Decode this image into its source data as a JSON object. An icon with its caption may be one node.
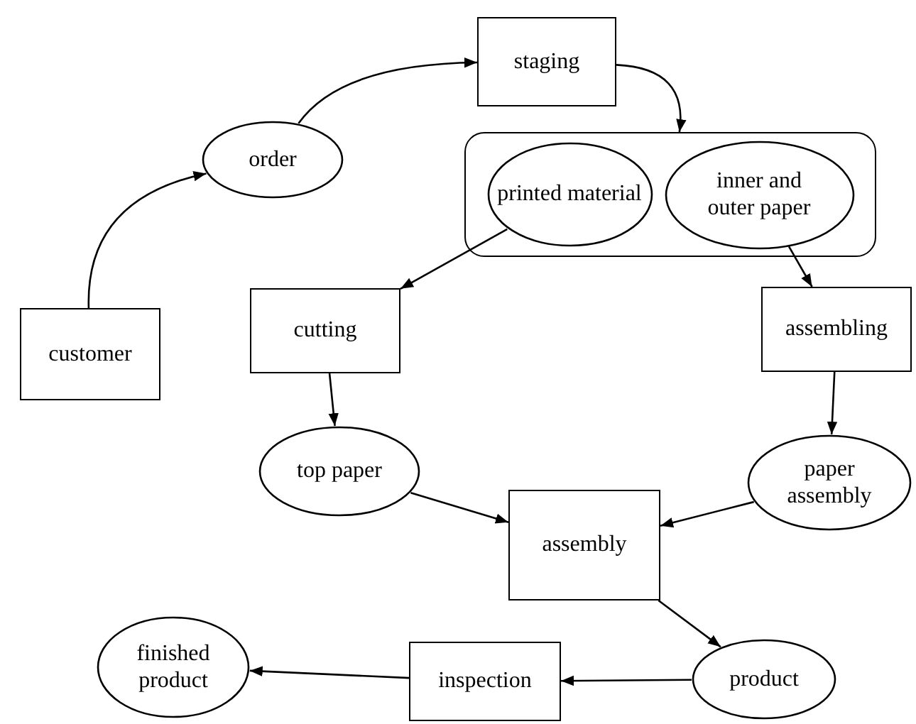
{
  "diagram": {
    "nodes": [
      {
        "text": [
          "customer"
        ]
      },
      {
        "text": [
          "order"
        ]
      },
      {
        "text": [
          "staging"
        ]
      },
      {
        "text": [],
        "shape": "box"
      },
      {
        "text": [
          "printed material"
        ],
        "in": 3
      },
      {
        "text": [
          "inner and outer paper"
        ],
        "in": 3
      },
      {
        "text": [
          "cutting"
        ]
      },
      {
        "text": [
          "assembling"
        ]
      },
      {
        "text": [
          "top paper"
        ]
      },
      {
        "text": [
          "paper assembly"
        ]
      },
      {
        "text": [
          "assembly"
        ]
      },
      {
        "text": [
          "product"
        ]
      },
      {
        "text": [
          "inspection"
        ]
      },
      {
        "text": [
          "finished product"
        ]
      }
    ],
    "edges": [
      {
        "from": 0,
        "to": 1,
        "arrow": "to"
      },
      {
        "from": 1,
        "to": 2,
        "arrow": "to"
      },
      {
        "from": 2,
        "to": 3,
        "arrow": "to"
      },
      {
        "from": 4,
        "to": 6,
        "arrow": "to"
      },
      {
        "from": 5,
        "to": 7,
        "arrow": "to"
      },
      {
        "from": 6,
        "to": 8,
        "arrow": "to"
      },
      {
        "from": 7,
        "to": 9,
        "arrow": "to"
      },
      {
        "from": 8,
        "to": 10,
        "arrow": "to"
      },
      {
        "from": 9,
        "to": 10,
        "arrow": "to"
      },
      {
        "from": 10,
        "to": 11,
        "arrow": "to"
      },
      {
        "from": 11,
        "to": 12,
        "arrow": "to"
      },
      {
        "from": 12,
        "to": 13,
        "arrow": "to"
      }
    ]
  }
}
